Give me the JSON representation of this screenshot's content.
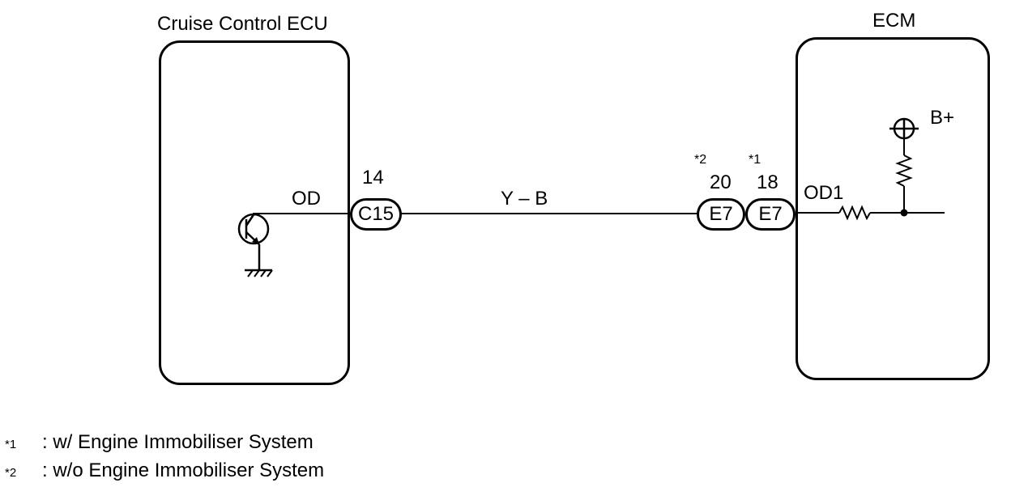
{
  "left_unit": {
    "title": "Cruise Control ECU",
    "terminal": "OD",
    "pin": "14",
    "connector": "C15"
  },
  "wire": {
    "color_code": "Y – B"
  },
  "right_unit": {
    "title": "ECM",
    "terminal": "OD1",
    "supply": "B+",
    "connectors": [
      {
        "mark": "*2",
        "pin": "20",
        "name": "E7"
      },
      {
        "mark": "*1",
        "pin": "18",
        "name": "E7"
      }
    ]
  },
  "notes": [
    {
      "mark": "*1",
      "text": ": w/ Engine Immobiliser System"
    },
    {
      "mark": "*2",
      "text": ": w/o Engine Immobiliser System"
    }
  ]
}
